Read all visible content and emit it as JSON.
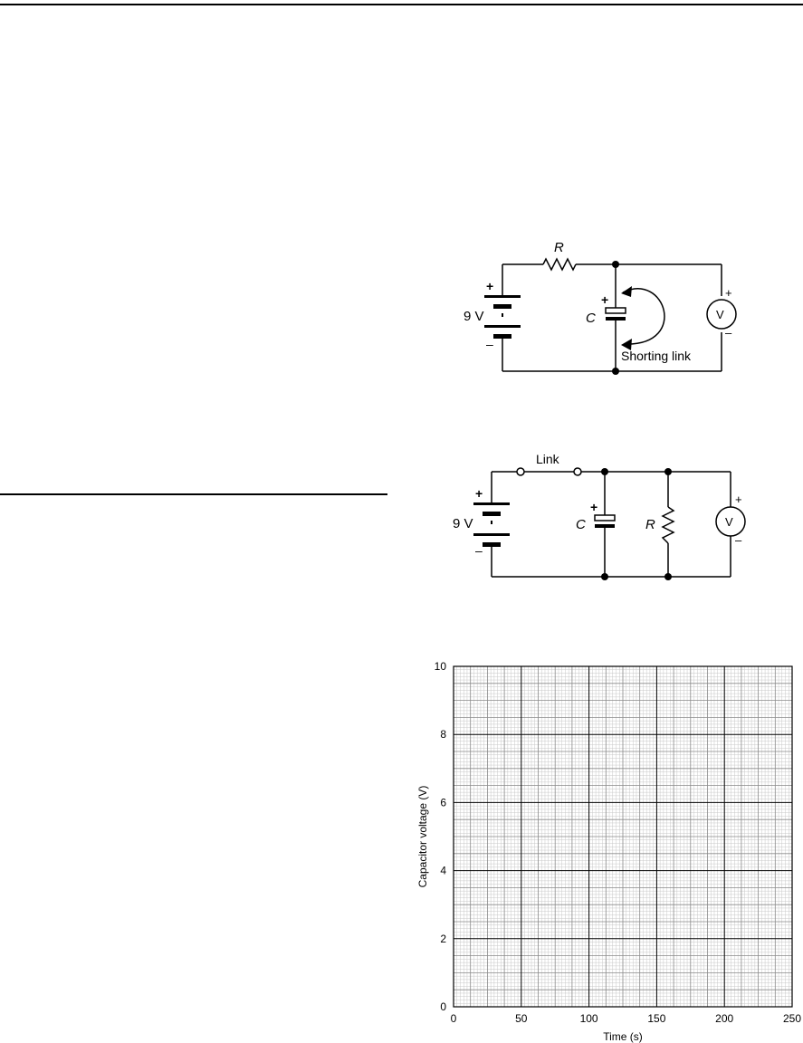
{
  "circuit_charge": {
    "resistor_label": "R",
    "battery_label": "9 V",
    "battery_plus": "+",
    "battery_minus": "–",
    "capacitor_label": "C",
    "capacitor_plus": "+",
    "link_label": "Shorting link",
    "voltmeter_label": "V",
    "voltmeter_plus": "+",
    "voltmeter_minus": "–"
  },
  "circuit_discharge": {
    "link_label": "Link",
    "battery_label": "9 V",
    "battery_plus": "+",
    "battery_minus": "–",
    "capacitor_label": "C",
    "capacitor_plus": "+",
    "resistor_label": "R",
    "voltmeter_label": "V",
    "voltmeter_plus": "+",
    "voltmeter_minus": "–"
  },
  "chart_data": {
    "type": "scatter",
    "title": "",
    "xlabel": "Time (s)",
    "ylabel": "Capacitor voltage (V)",
    "xlim": [
      0,
      250
    ],
    "ylim": [
      0,
      10
    ],
    "x_ticks": [
      "0",
      "50",
      "100",
      "150",
      "200",
      "250"
    ],
    "y_ticks": [
      "0",
      "2",
      "4",
      "6",
      "8",
      "10"
    ],
    "grid": true,
    "series": []
  }
}
